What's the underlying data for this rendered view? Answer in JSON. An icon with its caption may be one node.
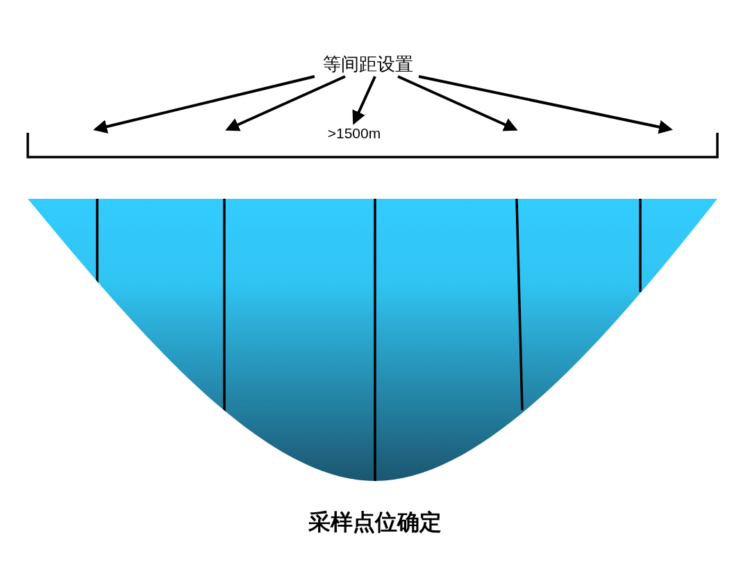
{
  "diagram": {
    "caption": "采样点位确定",
    "nodes": [
      {
        "text": [
          "等间距设置"
        ]
      },
      {
        "text": [
          ">1500m"
        ]
      }
    ],
    "edges": [
      {
        "from": 0,
        "to": null,
        "arrow": "to"
      },
      {
        "from": 0,
        "to": null,
        "arrow": "to"
      },
      {
        "from": 0,
        "to": 1,
        "arrow": "to"
      },
      {
        "from": 0,
        "to": null,
        "arrow": "to"
      },
      {
        "from": 0,
        "to": null,
        "arrow": "to"
      }
    ]
  }
}
